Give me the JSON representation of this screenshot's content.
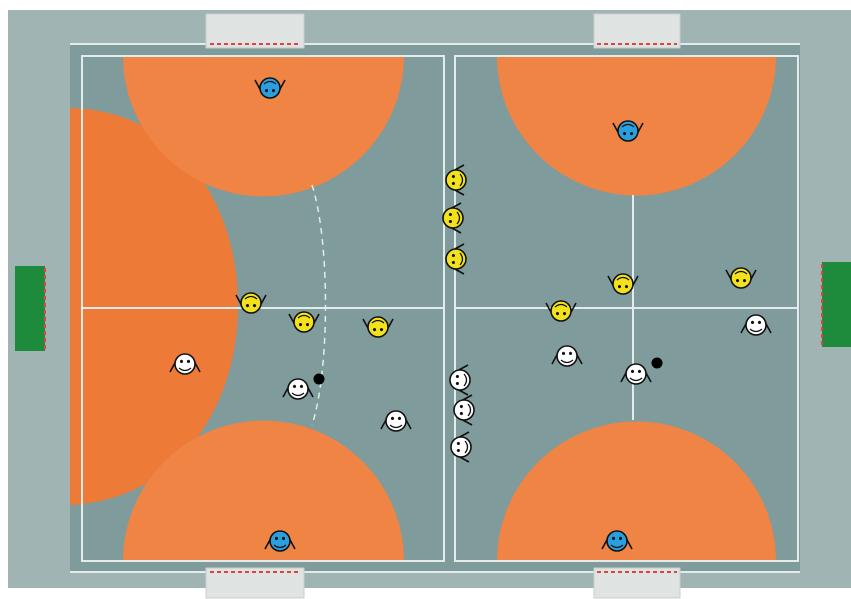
{
  "colors": {
    "surround": "#9fb4b3",
    "court": "#7f9b9c",
    "orange": "#ef8445",
    "orange_dark": "#ee7a37",
    "line": "#e3eceb",
    "goal_green": "#1e8a3c",
    "team_yellow": "#f3e21b",
    "team_white": "#ffffff",
    "team_blue": "#2a9fe0",
    "ball": "#000000"
  },
  "players": [
    {
      "team": "blue",
      "facing": "down"
    },
    {
      "team": "blue",
      "facing": "down"
    },
    {
      "team": "blue",
      "facing": "up"
    },
    {
      "team": "blue",
      "facing": "up"
    },
    {
      "team": "yellow",
      "facing": "left"
    },
    {
      "team": "yellow",
      "facing": "left"
    },
    {
      "team": "yellow",
      "facing": "left"
    },
    {
      "team": "yellow",
      "facing": "down"
    },
    {
      "team": "yellow",
      "facing": "down"
    },
    {
      "team": "yellow",
      "facing": "down"
    },
    {
      "team": "yellow",
      "facing": "down"
    },
    {
      "team": "yellow",
      "facing": "down"
    },
    {
      "team": "yellow",
      "facing": "down"
    },
    {
      "team": "white",
      "facing": "up"
    },
    {
      "team": "white",
      "facing": "up"
    },
    {
      "team": "white",
      "facing": "up"
    },
    {
      "team": "white",
      "facing": "up"
    },
    {
      "team": "white",
      "facing": "up"
    },
    {
      "team": "white",
      "facing": "up"
    },
    {
      "team": "white",
      "facing": "left"
    },
    {
      "team": "white",
      "facing": "left"
    },
    {
      "team": "white",
      "facing": "left"
    }
  ]
}
